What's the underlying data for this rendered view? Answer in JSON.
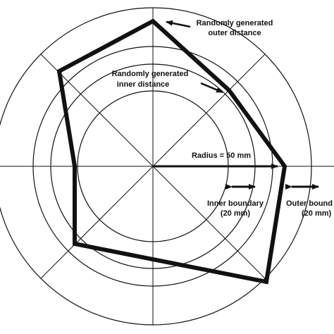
{
  "labels": {
    "outer_title_1": "Randomly generated",
    "outer_title_2": "outer distance",
    "inner_title_1": "Randomly generated",
    "inner_title_2": "inner distance",
    "radius": "Radius = 50 mm",
    "inner_boundary_1": "Inner boundary",
    "inner_boundary_2": "(20 mm)",
    "outer_boundary_1": "Outer bound",
    "outer_boundary_2": "(20 mm)"
  },
  "colors": {
    "line": "#111111",
    "background": "#ffffff"
  },
  "diagram": {
    "radius_mm": 50,
    "boundary_width_mm": 20,
    "spokes": 8
  }
}
